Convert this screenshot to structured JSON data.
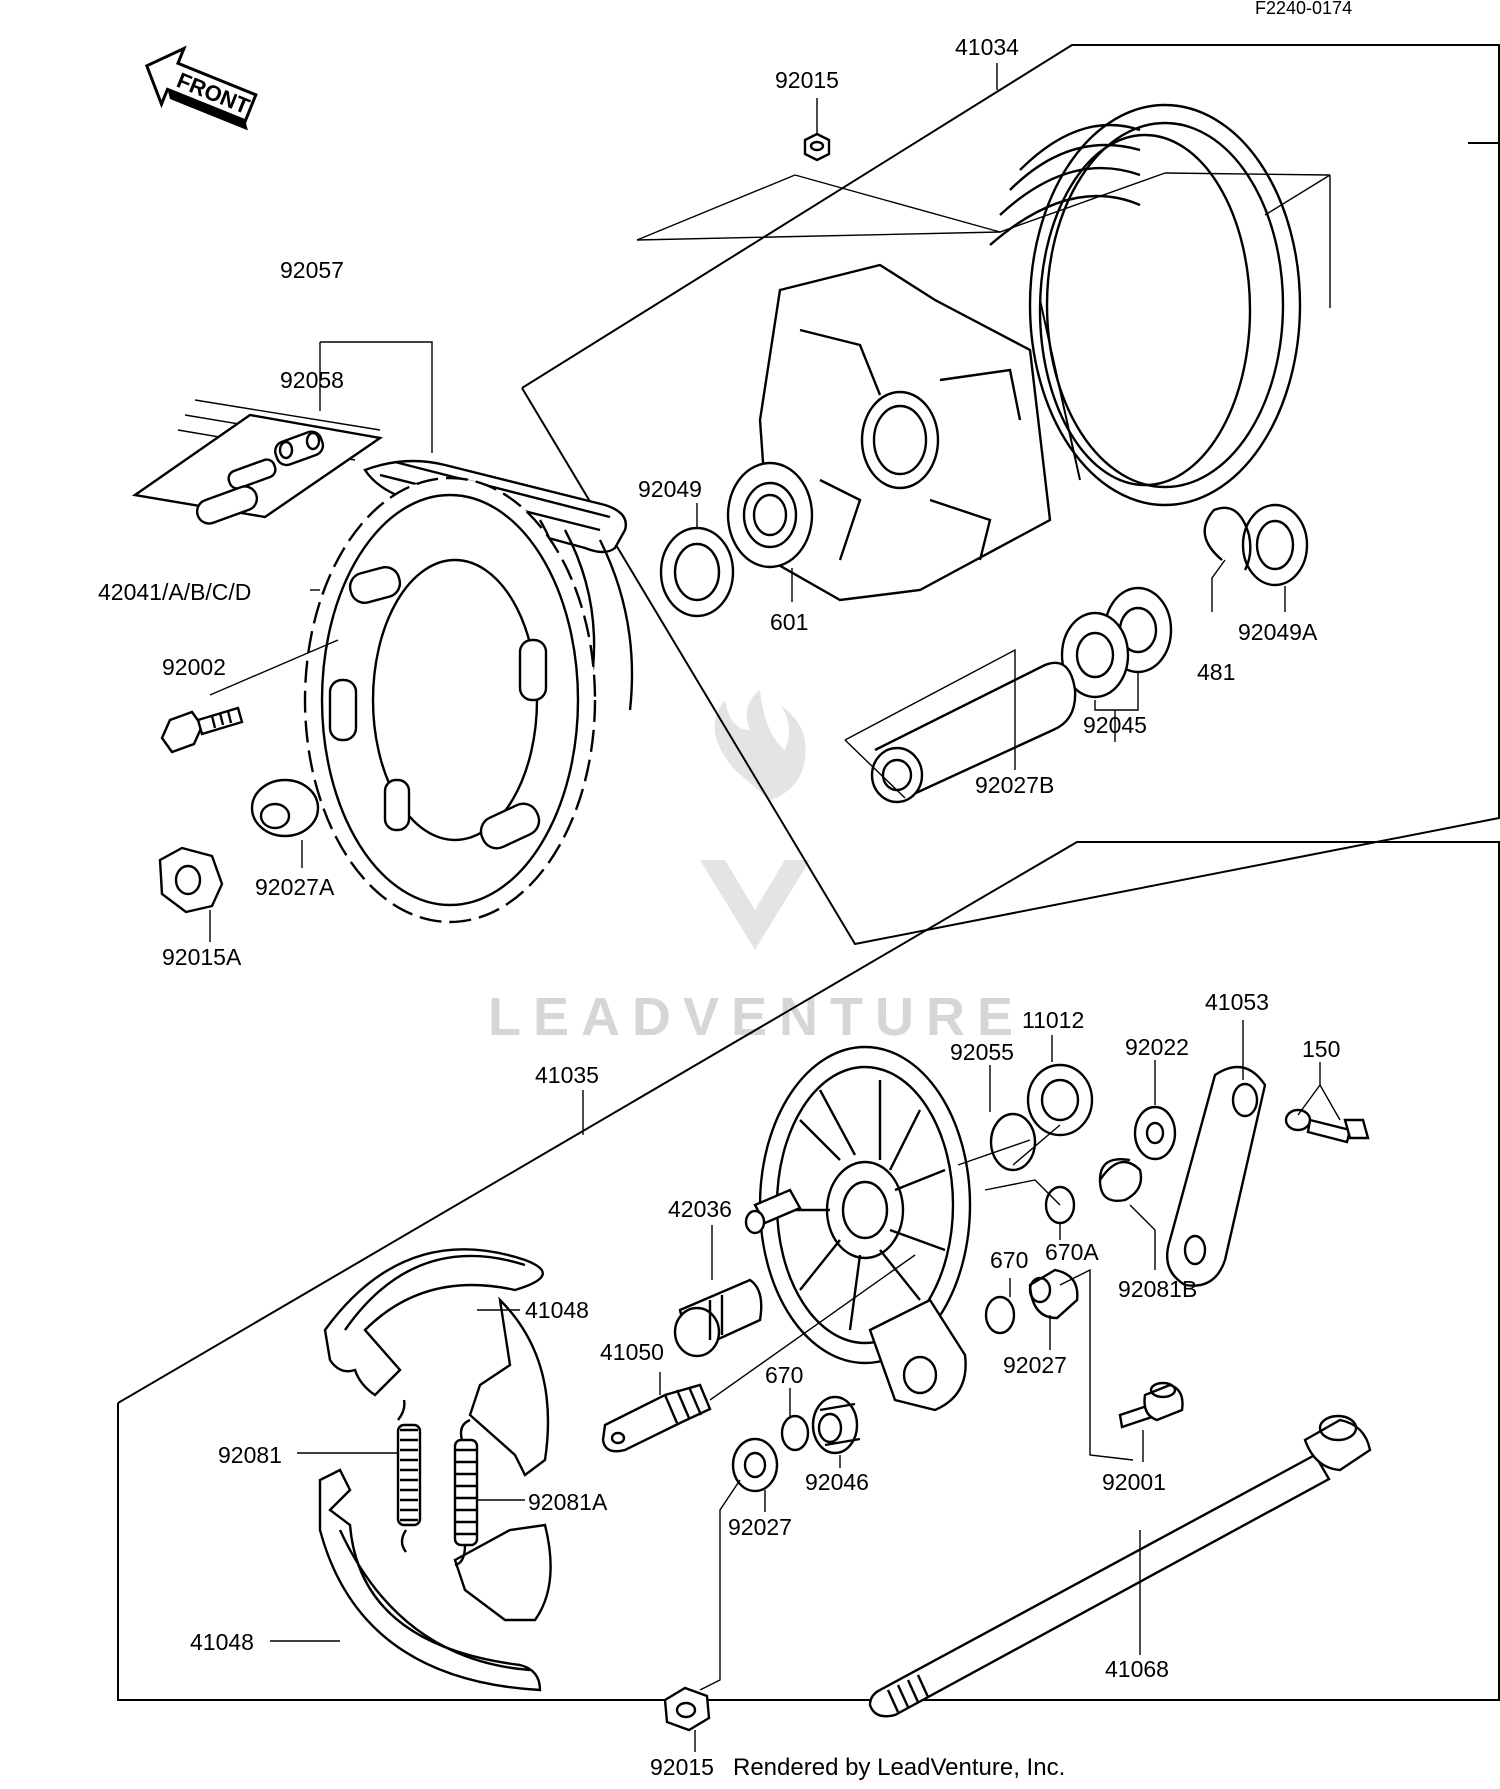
{
  "header": {
    "diagram_code": "F2240-0174"
  },
  "direction_label": "FRONT",
  "watermark": "LEADVENTURE",
  "footer": {
    "credit": "Rendered by LeadVenture, Inc."
  },
  "callouts": [
    {
      "id": "c01",
      "text": "41034"
    },
    {
      "id": "c02",
      "text": "92015"
    },
    {
      "id": "c03",
      "text": "92057"
    },
    {
      "id": "c04",
      "text": "92058"
    },
    {
      "id": "c05",
      "text": "92049"
    },
    {
      "id": "c06",
      "text": "601"
    },
    {
      "id": "c07",
      "text": "42041/A/B/C/D"
    },
    {
      "id": "c08",
      "text": "92002"
    },
    {
      "id": "c09",
      "text": "92049A"
    },
    {
      "id": "c10",
      "text": "481"
    },
    {
      "id": "c11",
      "text": "92045"
    },
    {
      "id": "c12",
      "text": "92027B"
    },
    {
      "id": "c13",
      "text": "92027A"
    },
    {
      "id": "c14",
      "text": "92015A"
    },
    {
      "id": "c15",
      "text": "11012"
    },
    {
      "id": "c16",
      "text": "41053"
    },
    {
      "id": "c17",
      "text": "41035"
    },
    {
      "id": "c18",
      "text": "92055"
    },
    {
      "id": "c19",
      "text": "92022"
    },
    {
      "id": "c20",
      "text": "150"
    },
    {
      "id": "c21",
      "text": "42036"
    },
    {
      "id": "c22",
      "text": "670A"
    },
    {
      "id": "c23",
      "text": "670"
    },
    {
      "id": "c24",
      "text": "92081B"
    },
    {
      "id": "c25",
      "text": "41048"
    },
    {
      "id": "c26",
      "text": "41050"
    },
    {
      "id": "c27",
      "text": "92027"
    },
    {
      "id": "c28",
      "text": "670"
    },
    {
      "id": "c29",
      "text": "92081"
    },
    {
      "id": "c30",
      "text": "92046"
    },
    {
      "id": "c31",
      "text": "92001"
    },
    {
      "id": "c32",
      "text": "92081A"
    },
    {
      "id": "c33",
      "text": "92027"
    },
    {
      "id": "c34",
      "text": "41048"
    },
    {
      "id": "c35",
      "text": "41068"
    },
    {
      "id": "c36",
      "text": "92015"
    }
  ]
}
